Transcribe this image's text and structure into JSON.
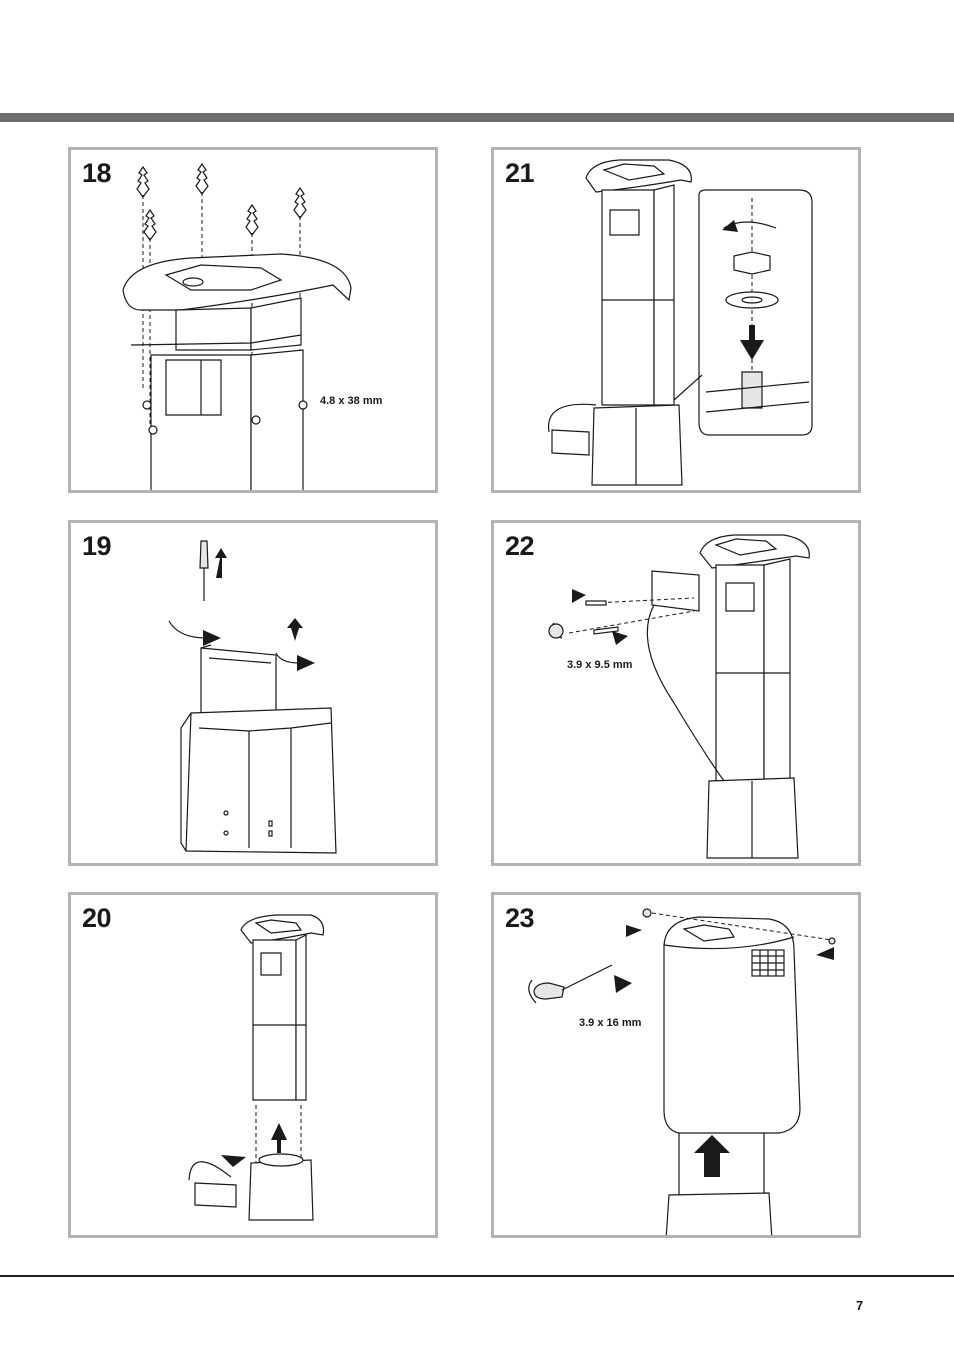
{
  "page": {
    "number": "7"
  },
  "panels": [
    {
      "step": "18",
      "caption": "4.8 x 38 mm"
    },
    {
      "step": "19",
      "caption": ""
    },
    {
      "step": "20",
      "caption": ""
    },
    {
      "step": "21",
      "caption": ""
    },
    {
      "step": "22",
      "caption": "3.9 x 9.5 mm"
    },
    {
      "step": "23",
      "caption": "3.9 x 16 mm"
    }
  ],
  "colors": {
    "header_bar": "#6d6e71",
    "panel_border": "#b3b3b3",
    "line": "#1a1a1a"
  }
}
